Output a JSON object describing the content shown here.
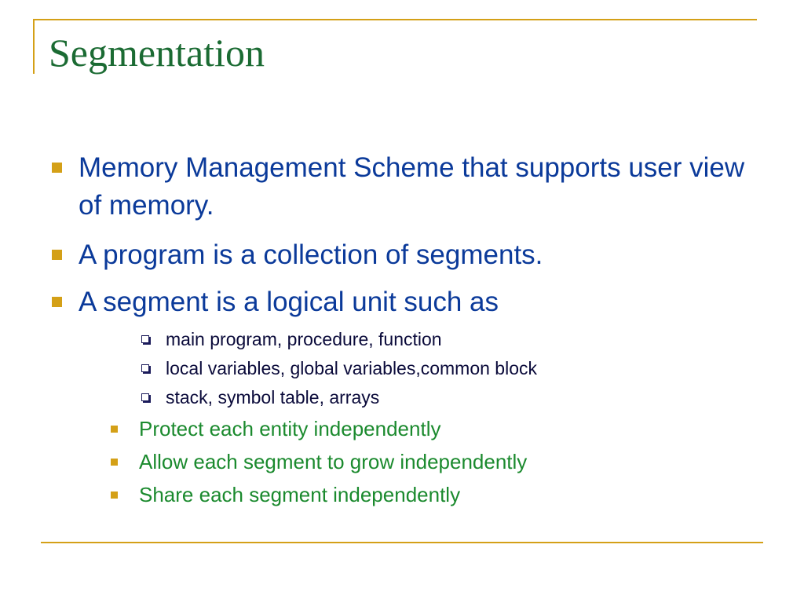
{
  "slide": {
    "title": "Segmentation",
    "bullets": [
      {
        "text": "Memory Management Scheme that supports user view of memory."
      },
      {
        "text": "A program is a collection of segments."
      },
      {
        "text": "A segment is a logical unit such as"
      }
    ],
    "sub_bullets": [
      {
        "text": "main program, procedure, function"
      },
      {
        "text": "local variables, global variables,common block"
      },
      {
        "text": "stack, symbol table, arrays"
      }
    ],
    "green_bullets": [
      {
        "text": "Protect each entity independently"
      },
      {
        "text": "Allow each segment to grow independently"
      },
      {
        "text": "Share each segment independently"
      }
    ]
  },
  "colors": {
    "accent_gold": "#d4a017",
    "title_green": "#1b6b33",
    "bullet_blue": "#0b3a9a",
    "bullet_green": "#1b8a2e"
  }
}
